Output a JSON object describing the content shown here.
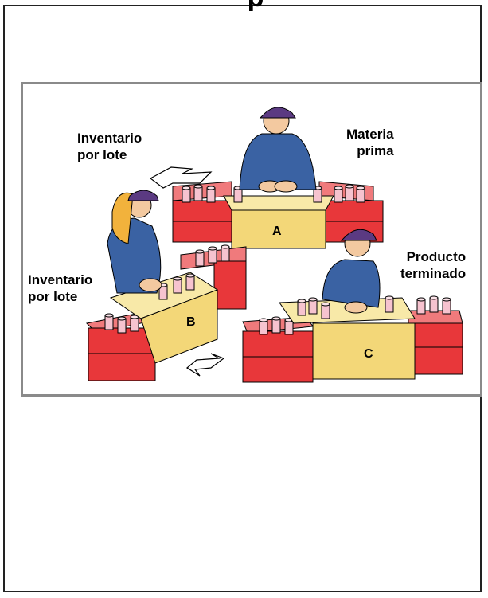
{
  "heading_fragment": "p",
  "labels": {
    "inventory_top": "Inventario\npor lote",
    "raw_material": "Materia\nprima",
    "inventory_left": "Inventario\npor lote",
    "finished_product": "Producto\nterminado"
  },
  "stations": {
    "a": "A",
    "b": "B",
    "c": "C"
  },
  "colors": {
    "crate_red": "#e8373a",
    "crate_dark": "#b21f22",
    "table_top": "#f8e9a8",
    "table_side": "#f3d778",
    "worker_shirt": "#3a62a3",
    "worker_cap": "#5b3a82",
    "part_pink": "#f6c3cf"
  }
}
